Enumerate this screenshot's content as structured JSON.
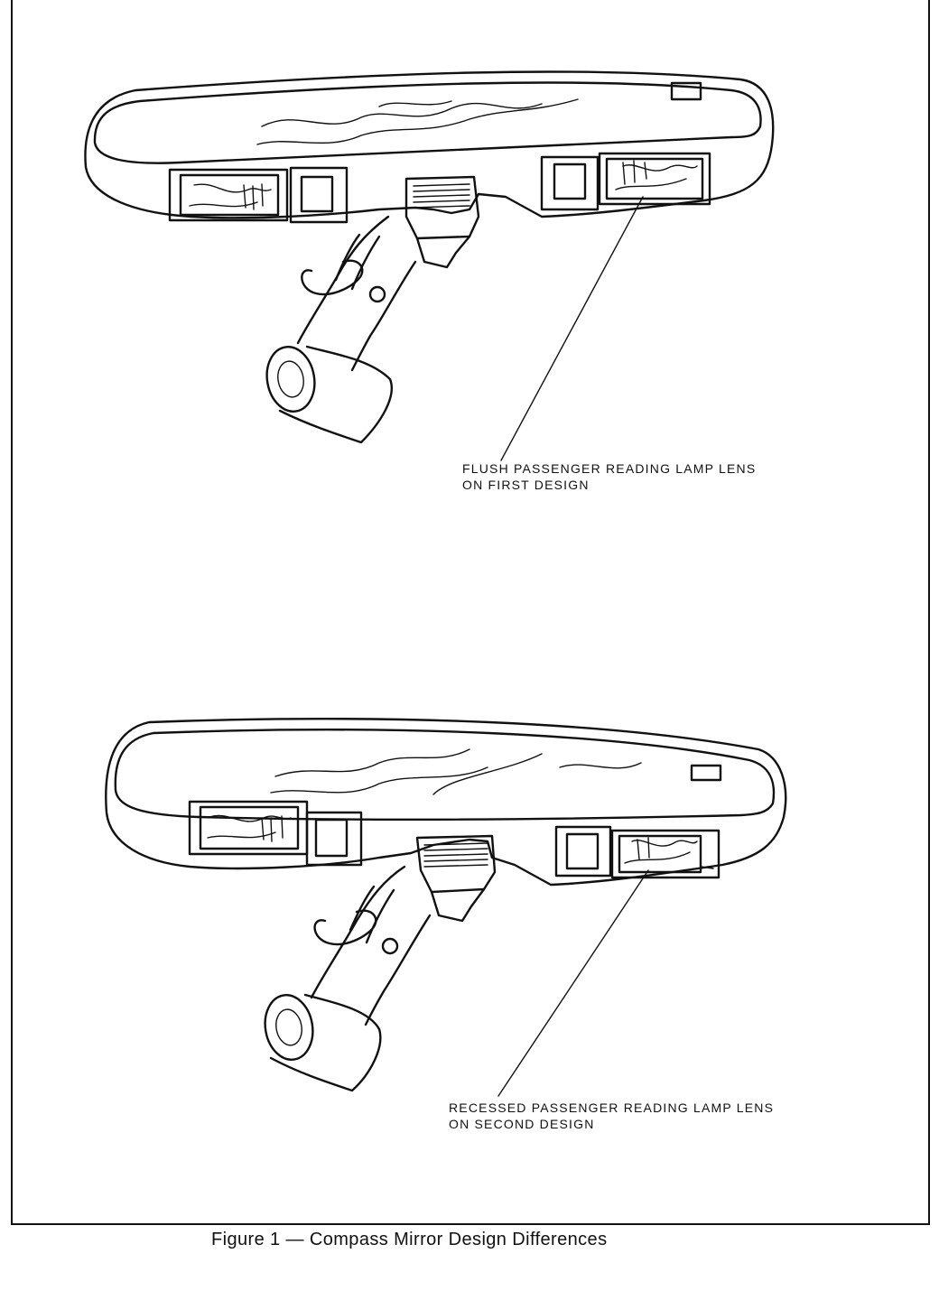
{
  "figure": {
    "caption": "Figure 1 — Compass Mirror Design Differences"
  },
  "callouts": {
    "first_design_line1": "FLUSH PASSENGER READING LAMP LENS",
    "first_design_line2": "ON FIRST DESIGN",
    "second_design_line1": "RECESSED PASSENGER READING LAMP LENS",
    "second_design_line2": "ON SECOND DESIGN"
  }
}
